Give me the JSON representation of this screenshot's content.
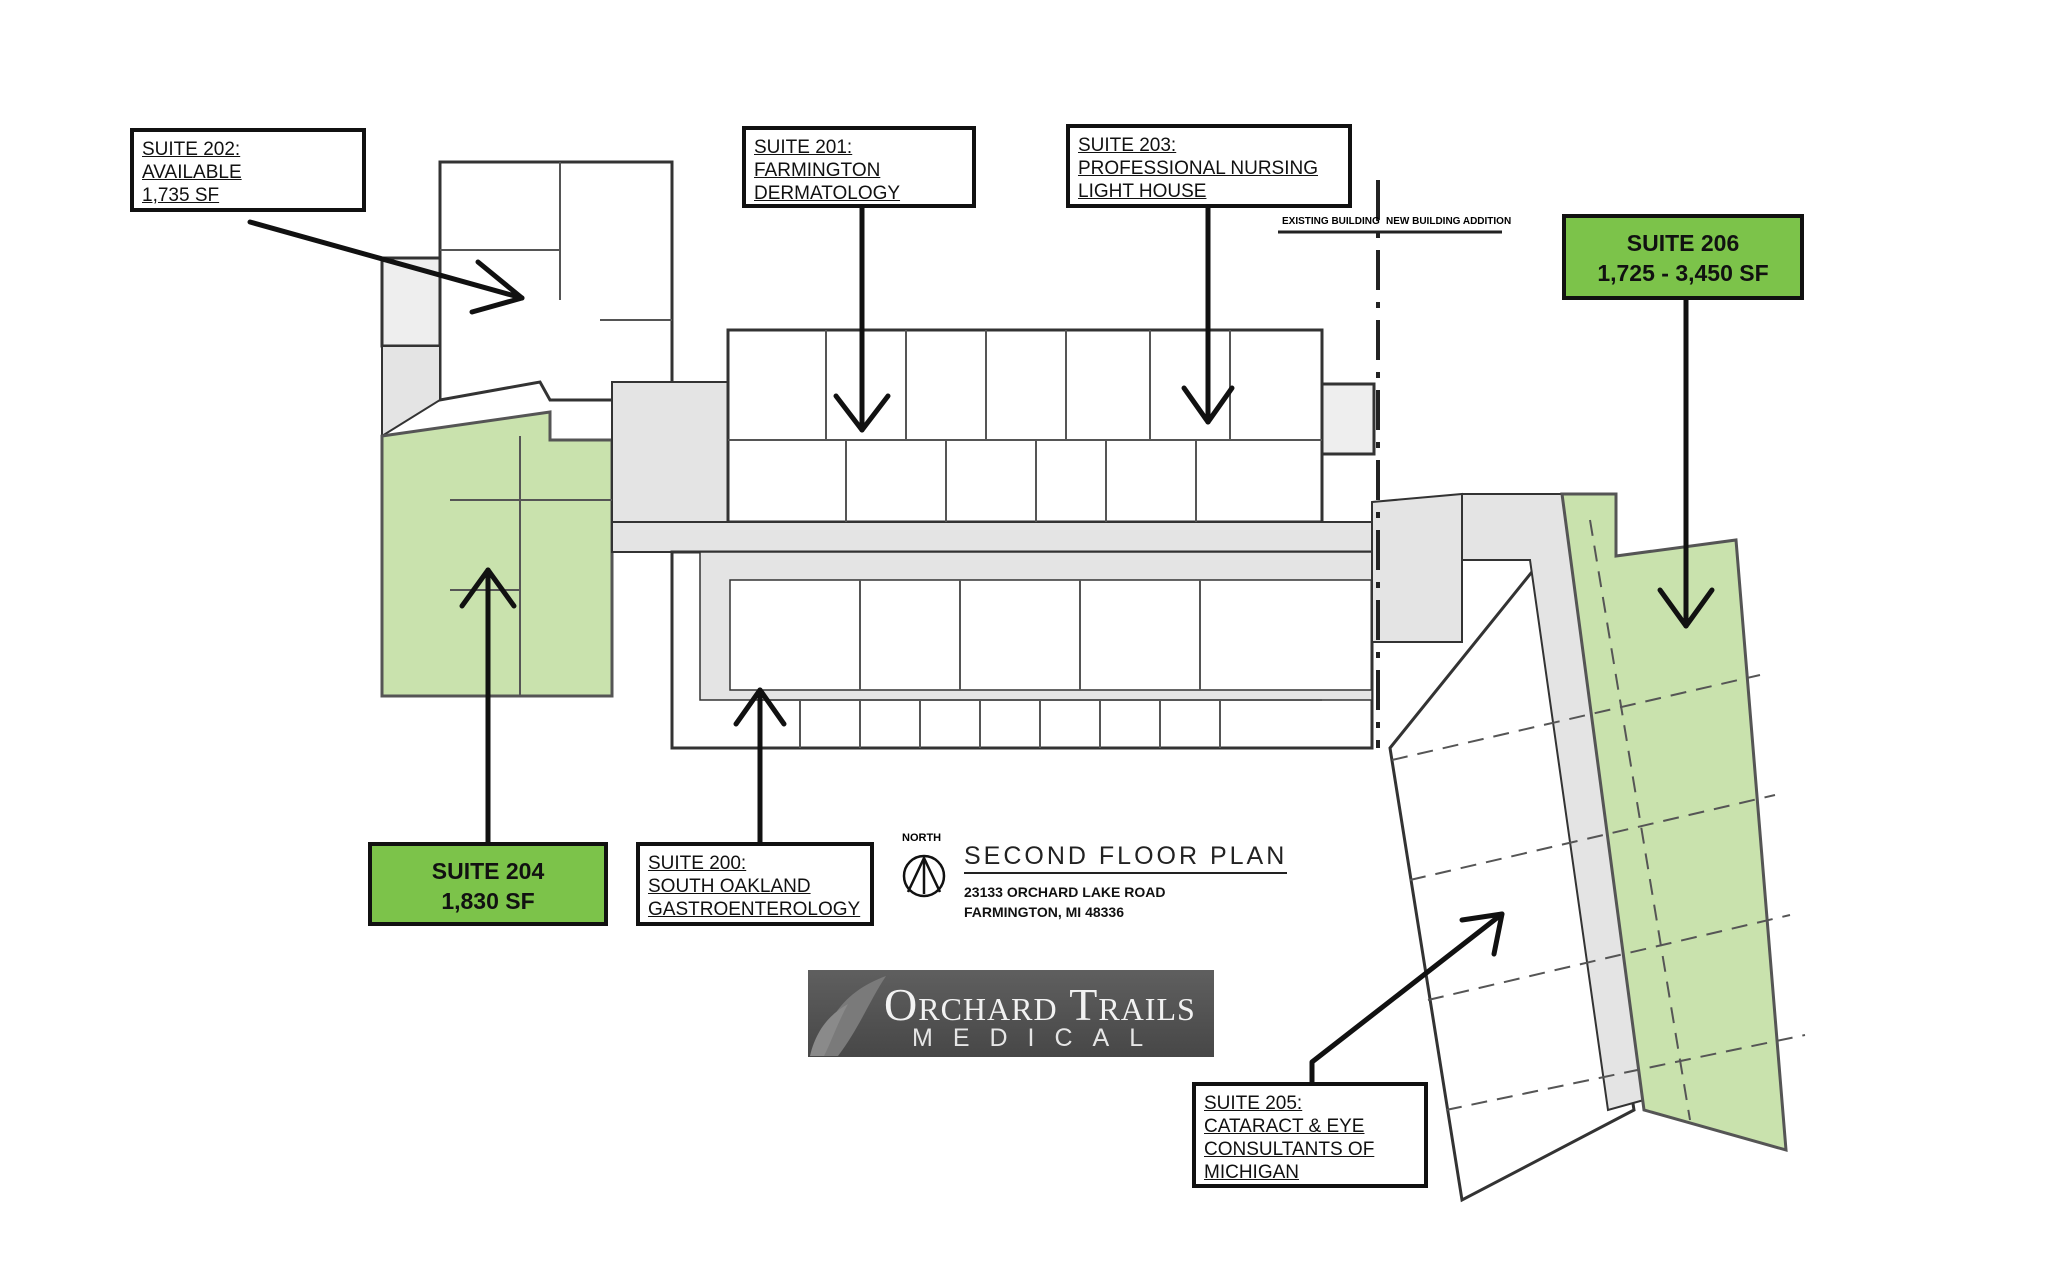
{
  "callouts": {
    "suite202": [
      "SUITE 202:",
      "AVAILABLE",
      "1,735 SF"
    ],
    "suite201": [
      "SUITE 201:",
      "FARMINGTON",
      "DERMATOLOGY"
    ],
    "suite203": [
      "SUITE 203:",
      "PROFESSIONAL NURSING",
      "LIGHT HOUSE"
    ],
    "suite206": [
      "SUITE 206",
      "1,725 - 3,450 SF"
    ],
    "suite204": [
      "SUITE 204",
      "1,830 SF"
    ],
    "suite200": [
      "SUITE 200:",
      "SOUTH OAKLAND",
      "GASTROENTEROLOGY"
    ],
    "suite205": [
      "SUITE 205:",
      "CATARACT & EYE",
      "CONSULTANTS OF",
      "MICHIGAN"
    ]
  },
  "building_labels": {
    "existing": "EXISTING BUILDING",
    "addition": "NEW BUILDING ADDITION"
  },
  "plan_title": "SECOND FLOOR PLAN",
  "address_line1": "23133 ORCHARD LAKE ROAD",
  "address_line2": "FARMINGTON, MI 48336",
  "north_label": "NORTH",
  "logo": {
    "main": "Orchard Trails",
    "sub": "MEDICAL"
  },
  "colors": {
    "available_fill": "#c9e2ad",
    "callout_green": "#7cc34a",
    "corridor": "#e4e4e4",
    "wall": "#333333"
  }
}
